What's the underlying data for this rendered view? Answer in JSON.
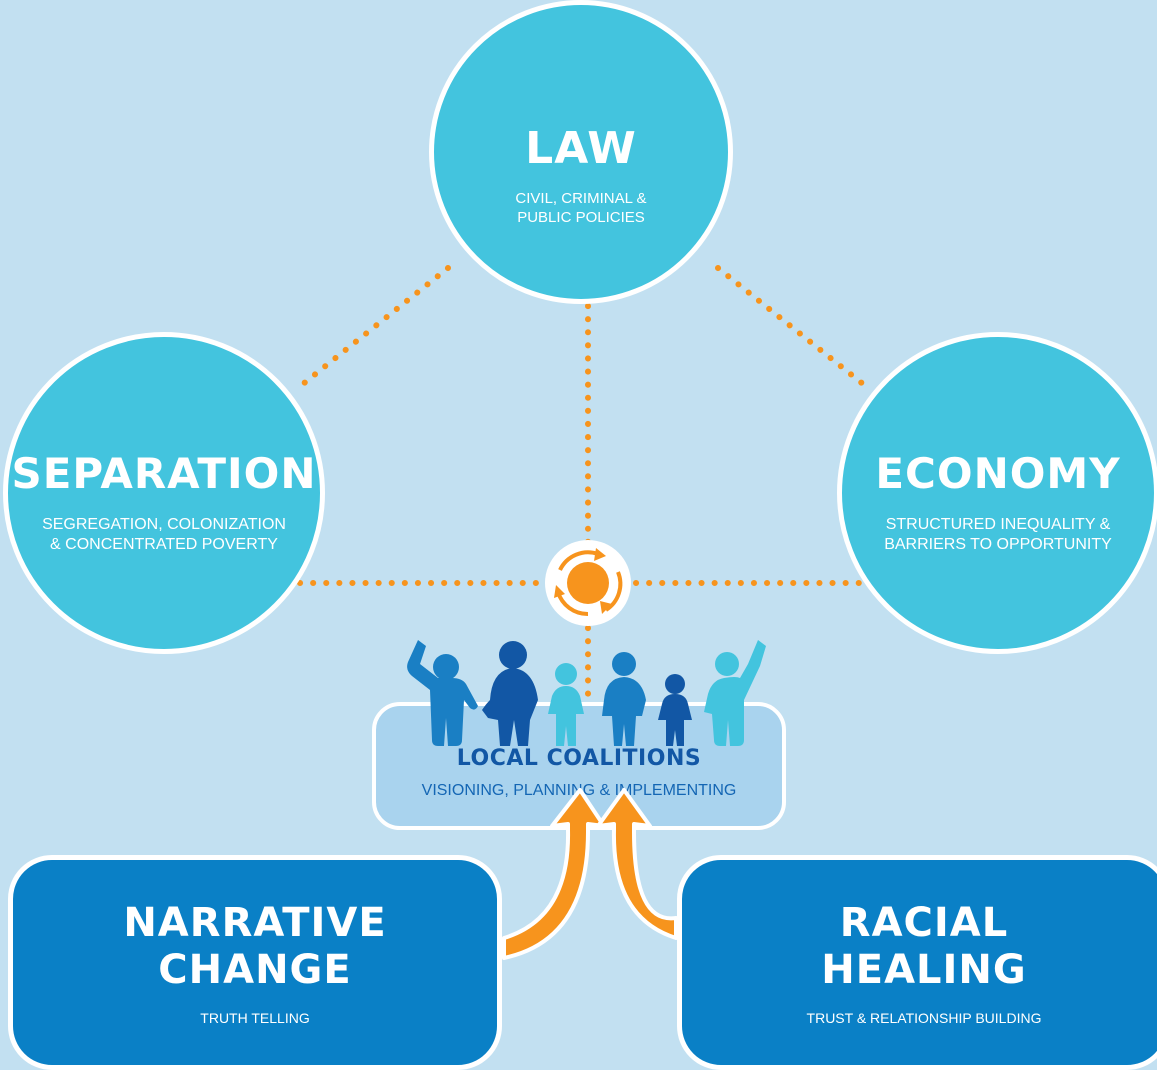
{
  "nodes": {
    "law": {
      "title": "LAW",
      "subtitle_lines": [
        "CIVIL, CRIMINAL &",
        "PUBLIC POLICIES"
      ]
    },
    "separation": {
      "title": "SEPARATION",
      "subtitle_lines": [
        "SEGREGATION, COLONIZATION",
        "& CONCENTRATED POVERTY"
      ]
    },
    "economy": {
      "title": "ECONOMY",
      "subtitle_lines": [
        "STRUCTURED INEQUALITY &",
        "BARRIERS TO OPPORTUNITY"
      ]
    },
    "local_coalitions": {
      "title": "LOCAL COALITIONS",
      "subtitle": "VISIONING, PLANNING & IMPLEMENTING"
    },
    "narrative_change": {
      "title_lines": [
        "NARRATIVE",
        "CHANGE"
      ],
      "subtitle": "TRUTH TELLING"
    },
    "racial_healing": {
      "title_lines": [
        "RACIAL",
        "HEALING"
      ],
      "subtitle": "TRUST & RELATIONSHIP BUILDING"
    }
  },
  "colors": {
    "background": "#c2e0f1",
    "circle_fill": "#43c4de",
    "box_fill": "#0a80c6",
    "coalition_fill": "#a9d3ee",
    "connector": "#f7941d",
    "coalition_text": "#1257a5",
    "people": [
      "#1a7fc4",
      "#1257a5",
      "#43c4de",
      "#1a7fc4",
      "#1257a5",
      "#43c4de"
    ]
  },
  "icons": {
    "hub": "cycle-arrows-icon",
    "people": "people-group-icon",
    "arrows": "curved-up-arrow-icon"
  }
}
